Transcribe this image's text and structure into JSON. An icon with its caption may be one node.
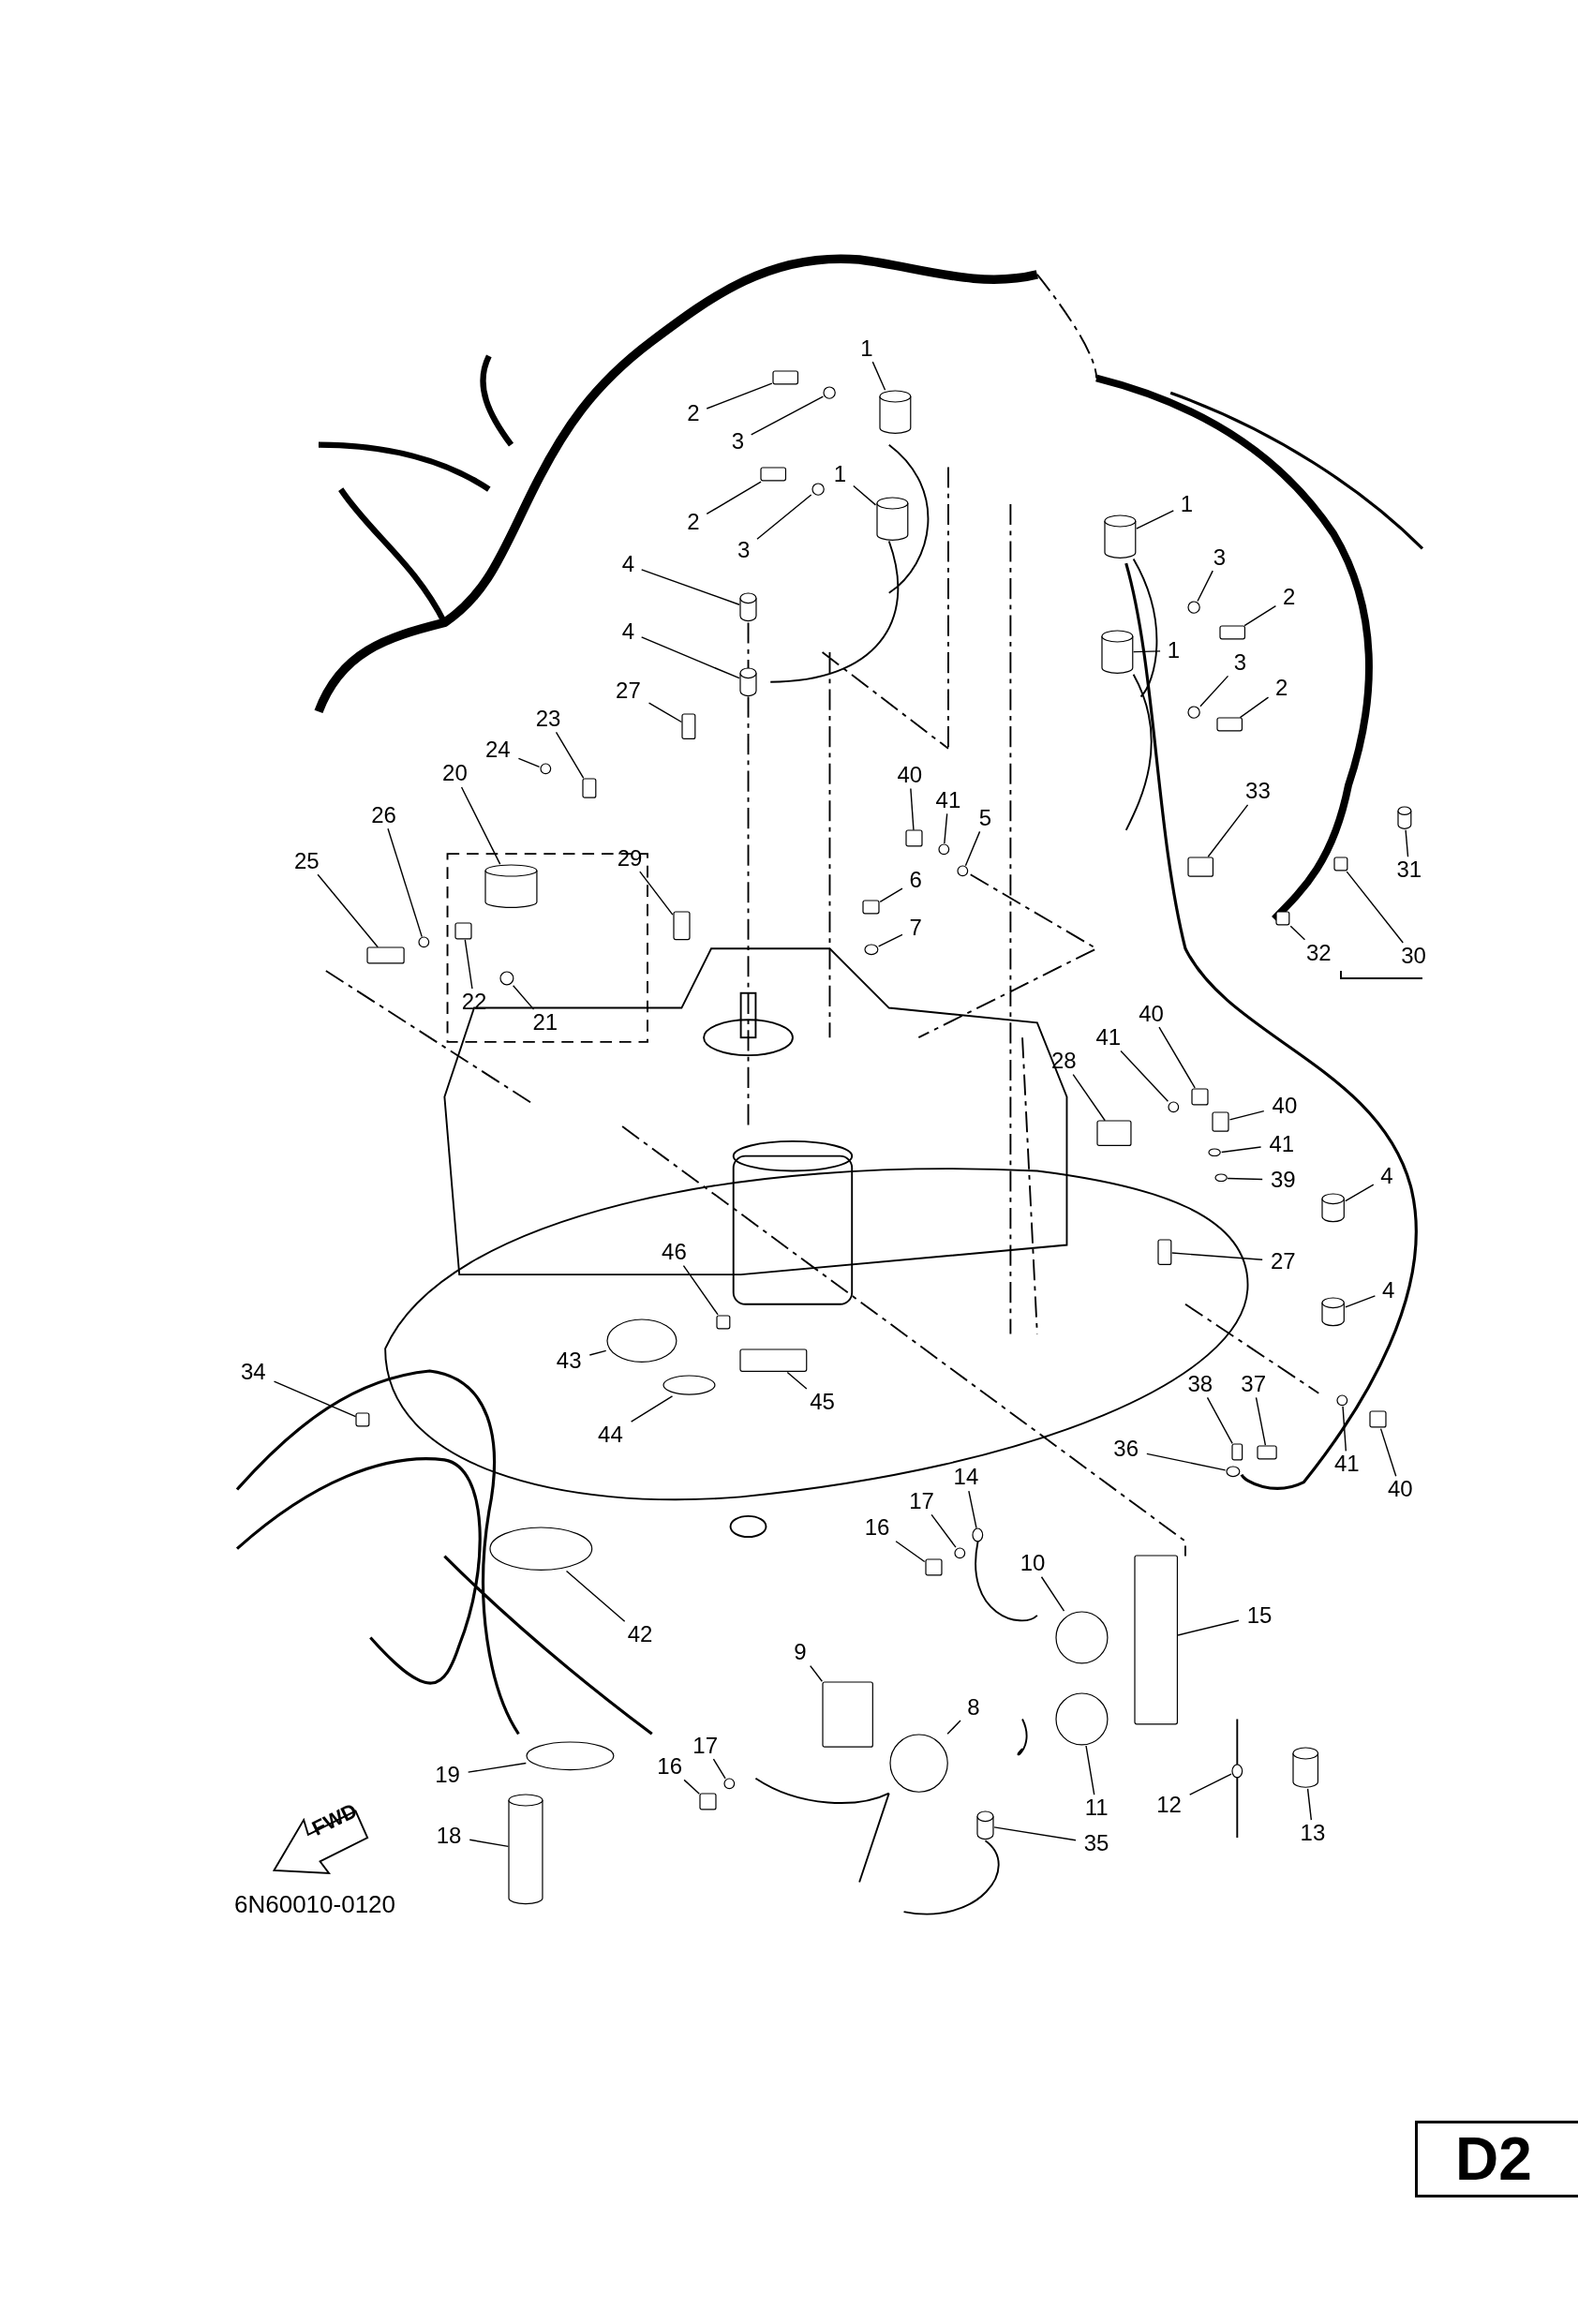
{
  "diagram": {
    "nodes": [
      {
        "text": [
          "1"
        ]
      },
      {
        "text": [
          "2"
        ]
      },
      {
        "text": [
          "3"
        ]
      },
      {
        "text": [
          "1"
        ]
      },
      {
        "text": [
          "2"
        ]
      },
      {
        "text": [
          "3"
        ]
      },
      {
        "text": [
          "1"
        ]
      },
      {
        "text": [
          "3"
        ]
      },
      {
        "text": [
          "2"
        ]
      },
      {
        "text": [
          "1"
        ]
      },
      {
        "text": [
          "3"
        ]
      },
      {
        "text": [
          "2"
        ]
      },
      {
        "text": [
          "4"
        ]
      },
      {
        "text": [
          "4"
        ]
      },
      {
        "text": [
          "27"
        ]
      },
      {
        "text": [
          "23"
        ]
      },
      {
        "text": [
          "24"
        ]
      },
      {
        "text": [
          "20"
        ]
      },
      {
        "text": [
          "26"
        ]
      },
      {
        "text": [
          "25"
        ]
      },
      {
        "text": [
          "29"
        ]
      },
      {
        "text": [
          "22"
        ]
      },
      {
        "text": [
          "21"
        ]
      },
      {
        "text": [
          "40"
        ]
      },
      {
        "text": [
          "41"
        ]
      },
      {
        "text": [
          "5"
        ]
      },
      {
        "text": [
          "6"
        ]
      },
      {
        "text": [
          "7"
        ]
      },
      {
        "text": [
          "33"
        ]
      },
      {
        "text": [
          "31"
        ]
      },
      {
        "text": [
          "32"
        ]
      },
      {
        "text": [
          "30"
        ]
      },
      {
        "text": [
          "28"
        ]
      },
      {
        "text": [
          "41"
        ]
      },
      {
        "text": [
          "40"
        ]
      },
      {
        "text": [
          "40"
        ]
      },
      {
        "text": [
          "41"
        ]
      },
      {
        "text": [
          "39"
        ]
      },
      {
        "text": [
          "4"
        ]
      },
      {
        "text": [
          "27"
        ]
      },
      {
        "text": [
          "4"
        ]
      },
      {
        "text": [
          "46"
        ]
      },
      {
        "text": [
          "43"
        ]
      },
      {
        "text": [
          "44"
        ]
      },
      {
        "text": [
          "45"
        ]
      },
      {
        "text": [
          "34"
        ]
      },
      {
        "text": [
          "38"
        ]
      },
      {
        "text": [
          "37"
        ]
      },
      {
        "text": [
          "36"
        ]
      },
      {
        "text": [
          "41"
        ]
      },
      {
        "text": [
          "40"
        ]
      },
      {
        "text": [
          "42"
        ]
      },
      {
        "text": [
          "14"
        ]
      },
      {
        "text": [
          "17"
        ]
      },
      {
        "text": [
          "16"
        ]
      },
      {
        "text": [
          "10"
        ]
      },
      {
        "text": [
          "15"
        ]
      },
      {
        "text": [
          "9"
        ]
      },
      {
        "text": [
          "8"
        ]
      },
      {
        "text": [
          "11"
        ]
      },
      {
        "text": [
          "12"
        ]
      },
      {
        "text": [
          "13"
        ]
      },
      {
        "text": [
          "17"
        ]
      },
      {
        "text": [
          "16"
        ]
      },
      {
        "text": [
          "19"
        ]
      },
      {
        "text": [
          "18"
        ]
      },
      {
        "text": [
          "35"
        ]
      },
      {
        "text": [],
        "shape": "cylinder"
      },
      {
        "text": [],
        "shape": "box"
      },
      {
        "text": [],
        "shape": "circle"
      },
      {
        "text": [],
        "shape": "cylinder"
      },
      {
        "text": [],
        "shape": "box"
      },
      {
        "text": [],
        "shape": "circle"
      },
      {
        "text": [],
        "shape": "cylinder"
      },
      {
        "text": [],
        "shape": "circle"
      },
      {
        "text": [],
        "shape": "box"
      },
      {
        "text": [],
        "shape": "cylinder"
      },
      {
        "text": [],
        "shape": "circle"
      },
      {
        "text": [],
        "shape": "box"
      },
      {
        "text": [],
        "shape": "cylinder"
      },
      {
        "text": [],
        "shape": "cylinder"
      },
      {
        "text": [],
        "shape": "box"
      },
      {
        "text": [],
        "shape": "box"
      },
      {
        "text": [],
        "shape": "circle"
      },
      {
        "text": [],
        "shape": "cylinder"
      },
      {
        "text": [],
        "shape": "circle"
      },
      {
        "text": [],
        "shape": "box"
      },
      {
        "text": [],
        "shape": "box"
      },
      {
        "text": [],
        "shape": "box"
      },
      {
        "text": [],
        "shape": "circle"
      },
      {
        "text": [],
        "shape": "box"
      },
      {
        "text": [],
        "shape": "circle"
      },
      {
        "text": [],
        "shape": "circle"
      },
      {
        "text": [],
        "shape": "box"
      },
      {
        "text": [],
        "shape": "circle"
      },
      {
        "text": [],
        "shape": "box"
      },
      {
        "text": [],
        "shape": "cylinder"
      },
      {
        "text": [],
        "shape": "box"
      },
      {
        "text": [],
        "shape": "box"
      },
      {
        "text": [],
        "shape": "box"
      },
      {
        "text": [],
        "shape": "circle"
      },
      {
        "text": [],
        "shape": "box"
      },
      {
        "text": [],
        "shape": "box"
      },
      {
        "text": [],
        "shape": "circle"
      },
      {
        "text": [],
        "shape": "circle"
      },
      {
        "text": [],
        "shape": "cylinder"
      },
      {
        "text": [],
        "shape": "box"
      },
      {
        "text": [],
        "shape": "cylinder"
      },
      {
        "text": [],
        "shape": "box"
      },
      {
        "text": [],
        "shape": "circle"
      },
      {
        "text": [],
        "shape": "circle"
      },
      {
        "text": [],
        "shape": "box"
      },
      {
        "text": [],
        "shape": "box"
      },
      {
        "text": [],
        "shape": "box"
      },
      {
        "text": [],
        "shape": "box"
      },
      {
        "text": [],
        "shape": "circle"
      },
      {
        "text": [],
        "shape": "circle"
      },
      {
        "text": [],
        "shape": "box"
      },
      {
        "text": [],
        "shape": "circle"
      },
      {
        "text": [],
        "shape": "circle"
      },
      {
        "text": [],
        "shape": "circle"
      },
      {
        "text": [],
        "shape": "box"
      },
      {
        "text": [],
        "shape": "circle"
      },
      {
        "text": [],
        "shape": "box"
      },
      {
        "text": [],
        "shape": "box"
      },
      {
        "text": [],
        "shape": "circle"
      },
      {
        "text": [],
        "shape": "circle"
      },
      {
        "text": [],
        "shape": "circle"
      },
      {
        "text": [],
        "shape": "cylinder"
      },
      {
        "text": [],
        "shape": "circle"
      },
      {
        "text": [],
        "shape": "box"
      },
      {
        "text": [],
        "shape": "circle"
      },
      {
        "text": [],
        "shape": "cylinder"
      },
      {
        "text": [],
        "shape": "cylinder"
      }
    ],
    "edges": [
      {
        "from": 0,
        "to": 67,
        "arrow": "none"
      },
      {
        "from": 1,
        "to": 68,
        "arrow": "none"
      },
      {
        "from": 2,
        "to": 69,
        "arrow": "none"
      },
      {
        "from": 3,
        "to": 70,
        "arrow": "none"
      },
      {
        "from": 4,
        "to": 71,
        "arrow": "none"
      },
      {
        "from": 5,
        "to": 72,
        "arrow": "none"
      },
      {
        "from": 6,
        "to": 73,
        "arrow": "none"
      },
      {
        "from": 7,
        "to": 74,
        "arrow": "none"
      },
      {
        "from": 8,
        "to": 75,
        "arrow": "none"
      },
      {
        "from": 9,
        "to": 76,
        "arrow": "none"
      },
      {
        "from": 10,
        "to": 77,
        "arrow": "none"
      },
      {
        "from": 11,
        "to": 78,
        "arrow": "none"
      },
      {
        "from": 12,
        "to": 79,
        "arrow": "none"
      },
      {
        "from": 13,
        "to": 80,
        "arrow": "none"
      },
      {
        "from": 14,
        "to": 81,
        "arrow": "none"
      },
      {
        "from": 15,
        "to": 82,
        "arrow": "none"
      },
      {
        "from": 16,
        "to": 83,
        "arrow": "none"
      },
      {
        "from": 17,
        "to": 84,
        "arrow": "none"
      },
      {
        "from": 18,
        "to": 85,
        "arrow": "none"
      },
      {
        "from": 19,
        "to": 86,
        "arrow": "none"
      },
      {
        "from": 20,
        "to": 87,
        "arrow": "none"
      },
      {
        "from": 21,
        "to": 88,
        "arrow": "none"
      },
      {
        "from": 22,
        "to": 89,
        "arrow": "none"
      },
      {
        "from": 23,
        "to": 90,
        "arrow": "none"
      },
      {
        "from": 24,
        "to": 91,
        "arrow": "none"
      },
      {
        "from": 25,
        "to": 92,
        "arrow": "none"
      },
      {
        "from": 26,
        "to": 93,
        "arrow": "none"
      },
      {
        "from": 27,
        "to": 94,
        "arrow": "none"
      },
      {
        "from": 28,
        "to": 95,
        "arrow": "none"
      },
      {
        "from": 29,
        "to": 96,
        "arrow": "none"
      },
      {
        "from": 30,
        "to": 97,
        "arrow": "none"
      },
      {
        "from": 31,
        "to": 98,
        "arrow": "none"
      },
      {
        "from": 32,
        "to": 99,
        "arrow": "none"
      },
      {
        "from": 33,
        "to": 100,
        "arrow": "none"
      },
      {
        "from": 34,
        "to": 101,
        "arrow": "none"
      },
      {
        "from": 35,
        "to": 102,
        "arrow": "none"
      },
      {
        "from": 36,
        "to": 103,
        "arrow": "none"
      },
      {
        "from": 37,
        "to": 104,
        "arrow": "none"
      },
      {
        "from": 38,
        "to": 105,
        "arrow": "none"
      },
      {
        "from": 39,
        "to": 106,
        "arrow": "none"
      },
      {
        "from": 40,
        "to": 107,
        "arrow": "none"
      },
      {
        "from": 41,
        "to": 108,
        "arrow": "none"
      },
      {
        "from": 42,
        "to": 109,
        "arrow": "none"
      },
      {
        "from": 43,
        "to": 110,
        "arrow": "none"
      },
      {
        "from": 44,
        "to": 111,
        "arrow": "none"
      },
      {
        "from": 45,
        "to": 112,
        "arrow": "none"
      },
      {
        "from": 46,
        "to": 113,
        "arrow": "none"
      },
      {
        "from": 47,
        "to": 114,
        "arrow": "none"
      },
      {
        "from": 48,
        "to": 115,
        "arrow": "none"
      },
      {
        "from": 49,
        "to": 116,
        "arrow": "none"
      },
      {
        "from": 50,
        "to": 117,
        "arrow": "none"
      },
      {
        "from": 51,
        "to": 118,
        "arrow": "none"
      },
      {
        "from": 52,
        "to": 119,
        "arrow": "none"
      },
      {
        "from": 53,
        "to": 120,
        "arrow": "none"
      },
      {
        "from": 54,
        "to": 121,
        "arrow": "none"
      },
      {
        "from": 55,
        "to": 122,
        "arrow": "none"
      },
      {
        "from": 56,
        "to": 123,
        "arrow": "none"
      },
      {
        "from": 57,
        "to": 124,
        "arrow": "none"
      },
      {
        "from": 58,
        "to": 125,
        "arrow": "none"
      },
      {
        "from": 59,
        "to": 126,
        "arrow": "none"
      },
      {
        "from": 60,
        "to": 127,
        "arrow": "none"
      },
      {
        "from": 61,
        "to": 128,
        "arrow": "none"
      },
      {
        "from": 62,
        "to": 129,
        "arrow": "none"
      },
      {
        "from": 63,
        "to": 130,
        "arrow": "none"
      },
      {
        "from": 64,
        "to": 131,
        "arrow": "none"
      },
      {
        "from": 65,
        "to": 132,
        "arrow": "none"
      },
      {
        "from": 66,
        "to": 133,
        "arrow": "none"
      }
    ],
    "labels": [
      "FWD",
      "6N60010-0120",
      "D2"
    ]
  }
}
